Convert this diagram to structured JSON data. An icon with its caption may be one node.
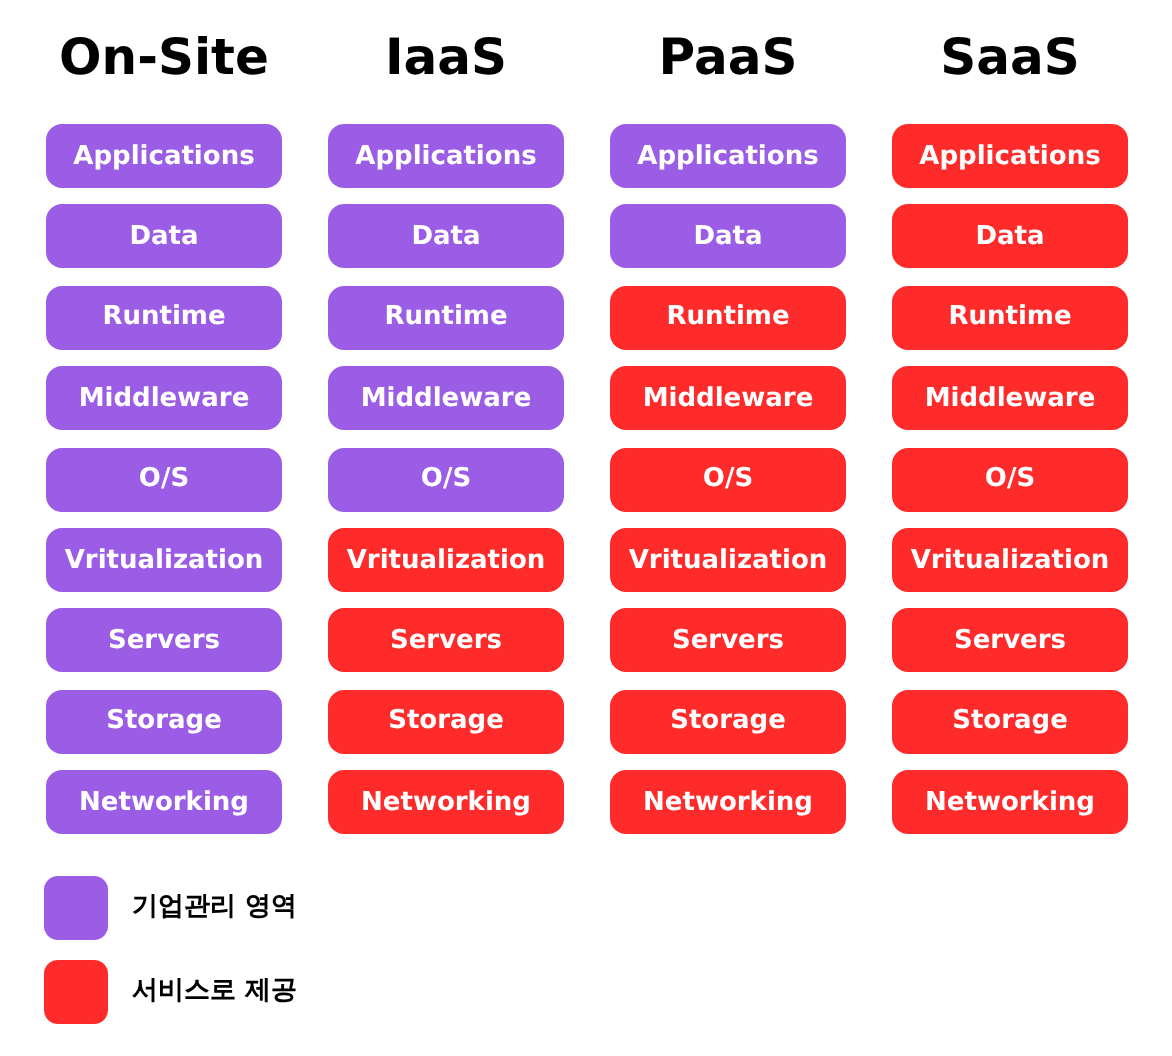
{
  "diagram": {
    "nodes": [
      {
        "text": [
          "Applications"
        ]
      },
      {
        "text": [
          "Data"
        ]
      },
      {
        "text": [
          "Runtime"
        ]
      },
      {
        "text": [
          "Middleware"
        ]
      },
      {
        "text": [
          "O/S"
        ]
      },
      {
        "text": [
          "Vritualization"
        ]
      },
      {
        "text": [
          "Servers"
        ]
      },
      {
        "text": [
          "Storage"
        ]
      },
      {
        "text": [
          "Networking"
        ]
      },
      {
        "text": [
          "Applications"
        ]
      },
      {
        "text": [
          "Data"
        ]
      },
      {
        "text": [
          "Runtime"
        ]
      },
      {
        "text": [
          "Middleware"
        ]
      },
      {
        "text": [
          "O/S"
        ]
      },
      {
        "text": [
          "Vritualization"
        ]
      },
      {
        "text": [
          "Servers"
        ]
      },
      {
        "text": [
          "Storage"
        ]
      },
      {
        "text": [
          "Networking"
        ]
      },
      {
        "text": [
          "Applications"
        ]
      },
      {
        "text": [
          "Data"
        ]
      },
      {
        "text": [
          "Runtime"
        ]
      },
      {
        "text": [
          "Middleware"
        ]
      },
      {
        "text": [
          "O/S"
        ]
      },
      {
        "text": [
          "Vritualization"
        ]
      },
      {
        "text": [
          "Servers"
        ]
      },
      {
        "text": [
          "Storage"
        ]
      },
      {
        "text": [
          "Networking"
        ]
      },
      {
        "text": [
          "Applications"
        ]
      },
      {
        "text": [
          "Data"
        ]
      },
      {
        "text": [
          "Runtime"
        ]
      },
      {
        "text": [
          "Middleware"
        ]
      },
      {
        "text": [
          "O/S"
        ]
      },
      {
        "text": [
          "Vritualization"
        ]
      },
      {
        "text": [
          "Servers"
        ]
      },
      {
        "text": [
          "Storage"
        ]
      },
      {
        "text": [
          "Networking"
        ]
      }
    ],
    "labels": [
      "On-Site",
      "IaaS",
      "PaaS",
      "SaaS"
    ],
    "legend": [
      {
        "text": "기업관리 영역",
        "color": "#9b5de5"
      },
      {
        "text": "서비스로 제공",
        "color": "#ff2a2a"
      }
    ]
  }
}
